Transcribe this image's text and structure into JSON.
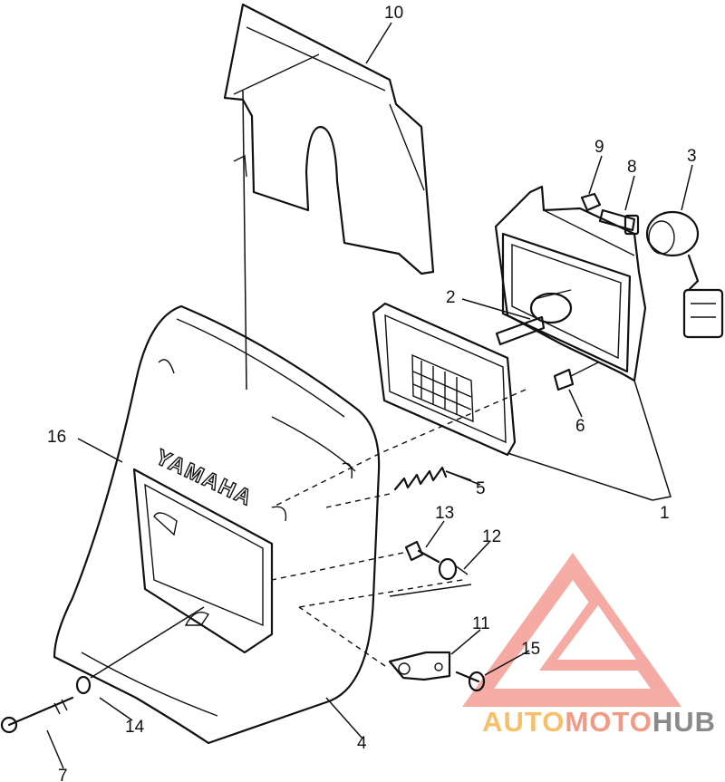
{
  "diagram": {
    "brand_on_cowl": "YAMAHA",
    "callouts": {
      "c1": "1",
      "c2": "2",
      "c3": "3",
      "c4": "4",
      "c5": "5",
      "c6": "6",
      "c7": "7",
      "c8": "8",
      "c9": "9",
      "c10": "10",
      "c11": "11",
      "c12": "12",
      "c13": "13",
      "c14": "14",
      "c15": "15",
      "c16": "16"
    }
  },
  "watermark": {
    "part1": "AUTO",
    "part2": "MOTO",
    "part3": "HUB",
    "colors": {
      "auto": "#f6c06b",
      "moto": "#f19a86",
      "hub": "#8a8a8a",
      "logo": "#f08c84"
    }
  }
}
